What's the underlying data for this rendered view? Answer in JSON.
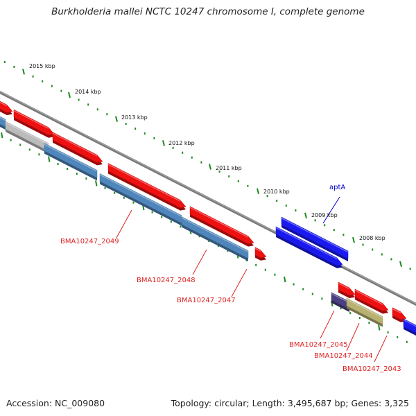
{
  "title": "Burkholderia mallei NCTC 10247 chromosome I, complete genome",
  "footer": {
    "accession": "Accession: NC_009080",
    "topology": "Topology: circular; Length: 3,495,687 bp; Genes: 3,325"
  },
  "colors": {
    "forward_cds": "#ee1111",
    "reverse_cds": "#4f86bb",
    "highlighted_gene": "#1a1af0",
    "pseudo_gene": "#bbbbbb",
    "rna_gene": "#4a3f80",
    "misc_gene": "#b8b272",
    "backbone": "#7a7a7a",
    "tick": "#1b8a1b",
    "callout": "#dd2222",
    "callout_blue": "#0000cc"
  },
  "ruler_ticks": [
    {
      "label": "2015 kbp"
    },
    {
      "label": "2014 kbp"
    },
    {
      "label": "2013 kbp"
    },
    {
      "label": "2012 kbp"
    },
    {
      "label": "2011 kbp"
    },
    {
      "label": "2010 kbp"
    },
    {
      "label": "2009 kbp"
    },
    {
      "label": "2008 kbp"
    }
  ],
  "gene_labels": [
    {
      "name": "aptA",
      "color_key": "callout_blue"
    },
    {
      "name": "BMA10247_2049",
      "color_key": "callout"
    },
    {
      "name": "BMA10247_2048",
      "color_key": "callout"
    },
    {
      "name": "BMA10247_2047",
      "color_key": "callout"
    },
    {
      "name": "BMA10247_2045",
      "color_key": "callout"
    },
    {
      "name": "BMA10247_2044",
      "color_key": "callout"
    },
    {
      "name": "BMA10247_2043",
      "color_key": "callout"
    }
  ]
}
